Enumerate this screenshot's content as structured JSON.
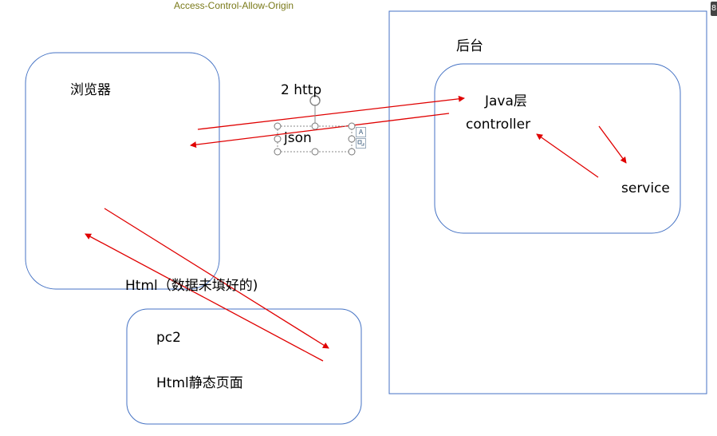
{
  "header": {
    "title": "Access-Control-Allow-Origin"
  },
  "browser": {
    "label": "浏览器"
  },
  "backend": {
    "label": "后台",
    "java_layer": "Java层",
    "controller": "controller",
    "service": "service"
  },
  "labels": {
    "http": "2 http",
    "json": "json",
    "html_unfilled": "Html（数据未填好的)"
  },
  "pc2": {
    "title": "pc2",
    "subtitle": "Html静态页面"
  },
  "handles": {
    "text_btn": "A",
    "corner_glyph": "8"
  },
  "colors": {
    "box_border": "#4472c4",
    "arrow": "#e00000",
    "header_text": "#7a7a1a"
  }
}
